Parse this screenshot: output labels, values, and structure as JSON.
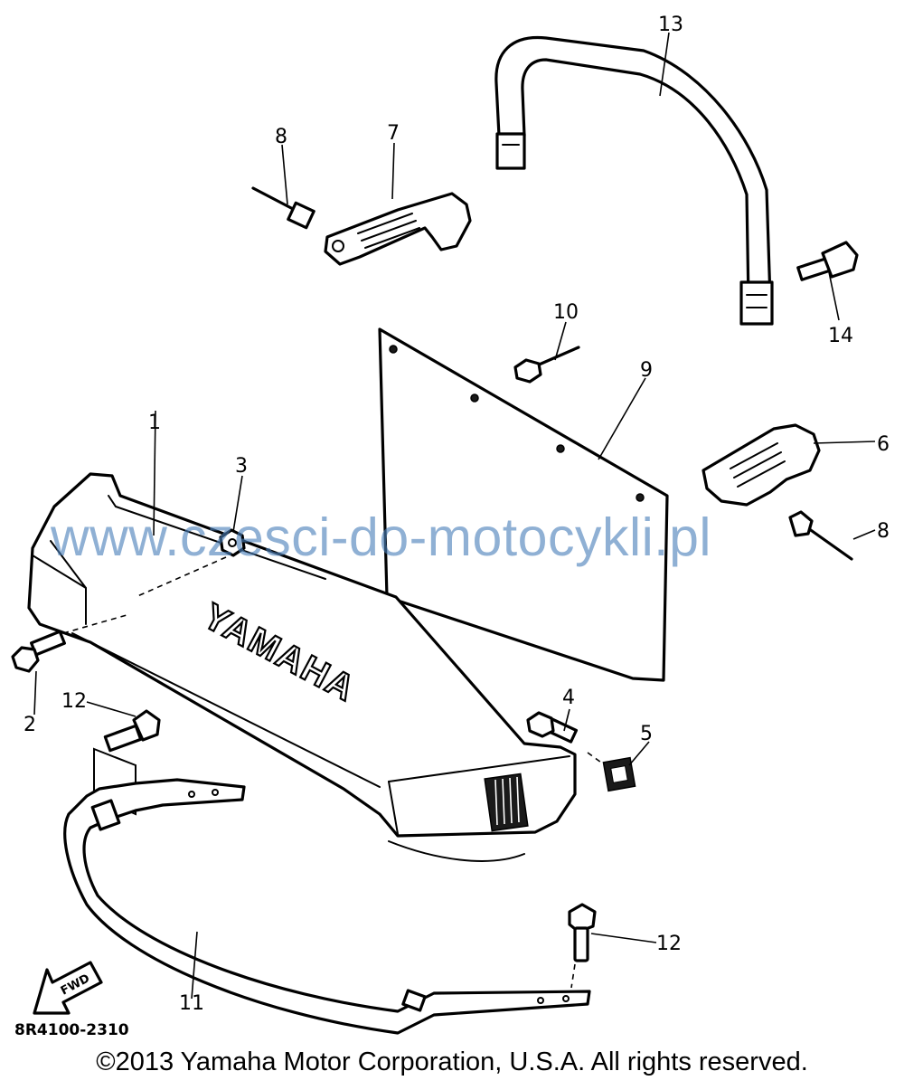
{
  "diagram": {
    "callouts": {
      "c1": "1",
      "c2": "2",
      "c3": "3",
      "c4": "4",
      "c5": "5",
      "c6": "6",
      "c7": "7",
      "c8a": "8",
      "c8b": "8",
      "c9": "9",
      "c10": "10",
      "c11": "11",
      "c12a": "12",
      "c12b": "12",
      "c13": "13",
      "c14": "14"
    },
    "brand_text": "YAMAHA",
    "fwd_label": "FWD",
    "diagram_code": "8R4100-2310"
  },
  "watermark": "www.czesci-do-motocykli.pl",
  "copyright": "©2013 Yamaha Motor Corporation, U.S.A. All rights reserved.",
  "icons": [
    "fwd-arrow-icon"
  ]
}
